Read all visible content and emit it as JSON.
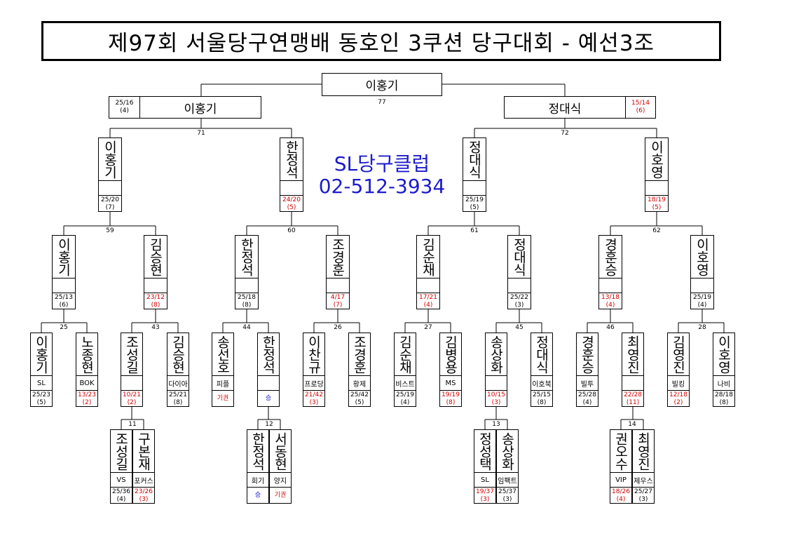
{
  "title": "제97회 서울당구연맹배 동호인 3쿠션 당구대회 - 예선3조",
  "club": {
    "name": "SL당구클럽",
    "phone": "02-512-3934"
  },
  "final": {
    "winner": "이홍기",
    "match_no": "77"
  },
  "semi": {
    "left": {
      "name": "이홍기",
      "score": "25/16",
      "inn": "(4)"
    },
    "right": {
      "name": "정대식",
      "score": "15/14",
      "inn": "(6)"
    },
    "left_no": "71",
    "right_no": "72"
  },
  "match_numbers": {
    "r3": [
      "59",
      "60",
      "61",
      "62"
    ],
    "r4": [
      "25",
      "43",
      "44",
      "26",
      "27",
      "45",
      "46",
      "28"
    ],
    "r5": [
      "11",
      "12",
      "13",
      "14"
    ]
  },
  "quarter": [
    {
      "name": "이홍기",
      "score": "25/20",
      "inn": "(7)",
      "red": false
    },
    {
      "name": "한정석",
      "score": "24/20",
      "inn": "(5)",
      "red": true
    },
    {
      "name": "정대식",
      "score": "25/19",
      "inn": "(5)",
      "red": false
    },
    {
      "name": "이호영",
      "score": "18/19",
      "inn": "(5)",
      "red": true
    }
  ],
  "round16": [
    {
      "name": "이홍기",
      "score": "25/13",
      "inn": "(6)",
      "red": false
    },
    {
      "name": "김승현",
      "score": "23/12",
      "inn": "(8)",
      "red": true
    },
    {
      "name": "한정석",
      "score": "25/18",
      "inn": "(8)",
      "red": false
    },
    {
      "name": "조경훈",
      "score": "4/17",
      "inn": "(7)",
      "red": true
    },
    {
      "name": "김순채",
      "score": "17/21",
      "inn": "(4)",
      "red": true
    },
    {
      "name": "정대식",
      "score": "25/22",
      "inn": "(3)",
      "red": false
    },
    {
      "name": "경훈승",
      "score": "13/18",
      "inn": "(4)",
      "red": true
    },
    {
      "name": "이호영",
      "score": "25/19",
      "inn": "(4)",
      "red": false
    }
  ],
  "round32": [
    {
      "name": "이홍기",
      "club": "SL",
      "score": "25/23",
      "inn": "(5)",
      "red": false
    },
    {
      "name": "노종현",
      "club": "BOK",
      "score": "13/23",
      "inn": "(2)",
      "red": true
    },
    {
      "name": "조성길",
      "club": "",
      "score": "10/21",
      "inn": "(2)",
      "red": true
    },
    {
      "name": "김승현",
      "club": "다이아",
      "score": "25/21",
      "inn": "(8)",
      "red": false
    },
    {
      "name": "송선호",
      "club": "피플",
      "score": "기권",
      "inn": "",
      "red": true
    },
    {
      "name": "한정석",
      "club": "",
      "score": "승",
      "inn": "",
      "red": false,
      "blue": true
    },
    {
      "name": "이찬규",
      "club": "프로당",
      "score": "21/42",
      "inn": "(3)",
      "red": true
    },
    {
      "name": "조경훈",
      "club": "황제",
      "score": "25/42",
      "inn": "(5)",
      "red": false
    },
    {
      "name": "김순채",
      "club": "비스트",
      "score": "25/19",
      "inn": "(4)",
      "red": false
    },
    {
      "name": "김병용",
      "club": "MS",
      "score": "19/19",
      "inn": "(8)",
      "red": true
    },
    {
      "name": "송상화",
      "club": "",
      "score": "10/15",
      "inn": "(3)",
      "red": true
    },
    {
      "name": "정대식",
      "club": "이호북",
      "score": "25/15",
      "inn": "(8)",
      "red": false
    },
    {
      "name": "경훈승",
      "club": "빌투",
      "score": "25/28",
      "inn": "(4)",
      "red": false
    },
    {
      "name": "최영진",
      "club": "",
      "score": "22/28",
      "inn": "(11)",
      "red": true
    },
    {
      "name": "김영진",
      "club": "빌킹",
      "score": "12/18",
      "inn": "(2)",
      "red": true
    },
    {
      "name": "이호영",
      "club": "나비",
      "score": "28/18",
      "inn": "(8)",
      "red": false
    }
  ],
  "prelim": [
    {
      "name": "조성길",
      "club": "VS",
      "score": "25/36",
      "inn": "(4)",
      "red": false
    },
    {
      "name": "구본재",
      "club": "포커스",
      "score": "23/26",
      "inn": "(3)",
      "red": true
    },
    {
      "name": "한정석",
      "club": "회기",
      "score": "승",
      "inn": "",
      "red": false,
      "blue": true
    },
    {
      "name": "서동현",
      "club": "양지",
      "score": "기권",
      "inn": "",
      "red": true
    },
    {
      "name": "정성택",
      "club": "SL",
      "score": "19/37",
      "inn": "(3)",
      "red": true
    },
    {
      "name": "송상화",
      "club": "임팩트",
      "score": "25/37",
      "inn": "(3)",
      "red": false
    },
    {
      "name": "권오수",
      "club": "VIP",
      "score": "18/26",
      "inn": "(4)",
      "red": true
    },
    {
      "name": "최영진",
      "club": "제우스",
      "score": "25/27",
      "inn": "(3)",
      "red": false
    }
  ]
}
